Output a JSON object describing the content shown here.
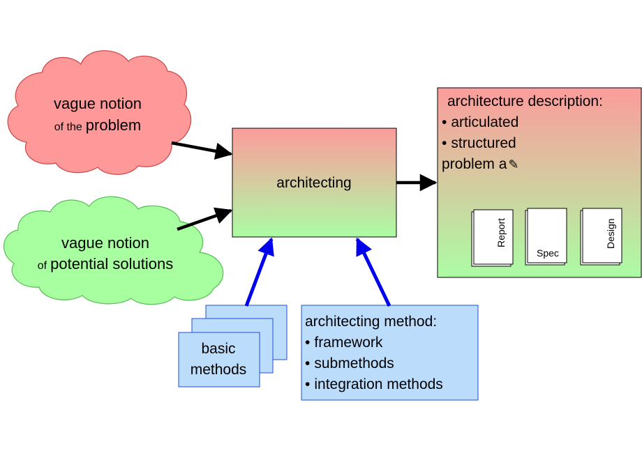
{
  "problem_cloud": {
    "line1": "vague notion",
    "line2_prefix": "of the",
    "line2_main": "problem"
  },
  "solutions_cloud": {
    "line1": "vague notion",
    "line2_prefix": "of",
    "line2_main": "potential solutions"
  },
  "center_box": {
    "label": "architecting"
  },
  "description_box": {
    "title": "architecture description:",
    "bullet": "•",
    "items": [
      "articulated",
      "structured"
    ],
    "trailing": "problem a"
  },
  "documents": [
    {
      "label": "Report"
    },
    {
      "label": "Spec"
    },
    {
      "label": "Design"
    }
  ],
  "basic_methods": {
    "line1": "basic",
    "line2": "methods"
  },
  "method_box": {
    "title": "architecting method:",
    "bullet": "•",
    "items": [
      "framework",
      "submethods",
      "integration methods"
    ]
  },
  "colors": {
    "problem_fill": "#ff9999",
    "problem_stroke": "#cc4444",
    "solutions_fill": "#a8ff9f",
    "solutions_stroke": "#55bb55",
    "gradient_top": "#fc9c9c",
    "gradient_bottom": "#acfca4",
    "method_fill": "#bcdcfc",
    "method_stroke": "#1e4fd0",
    "blue_arrow": "#0000ee",
    "black_arrow": "#000000"
  }
}
